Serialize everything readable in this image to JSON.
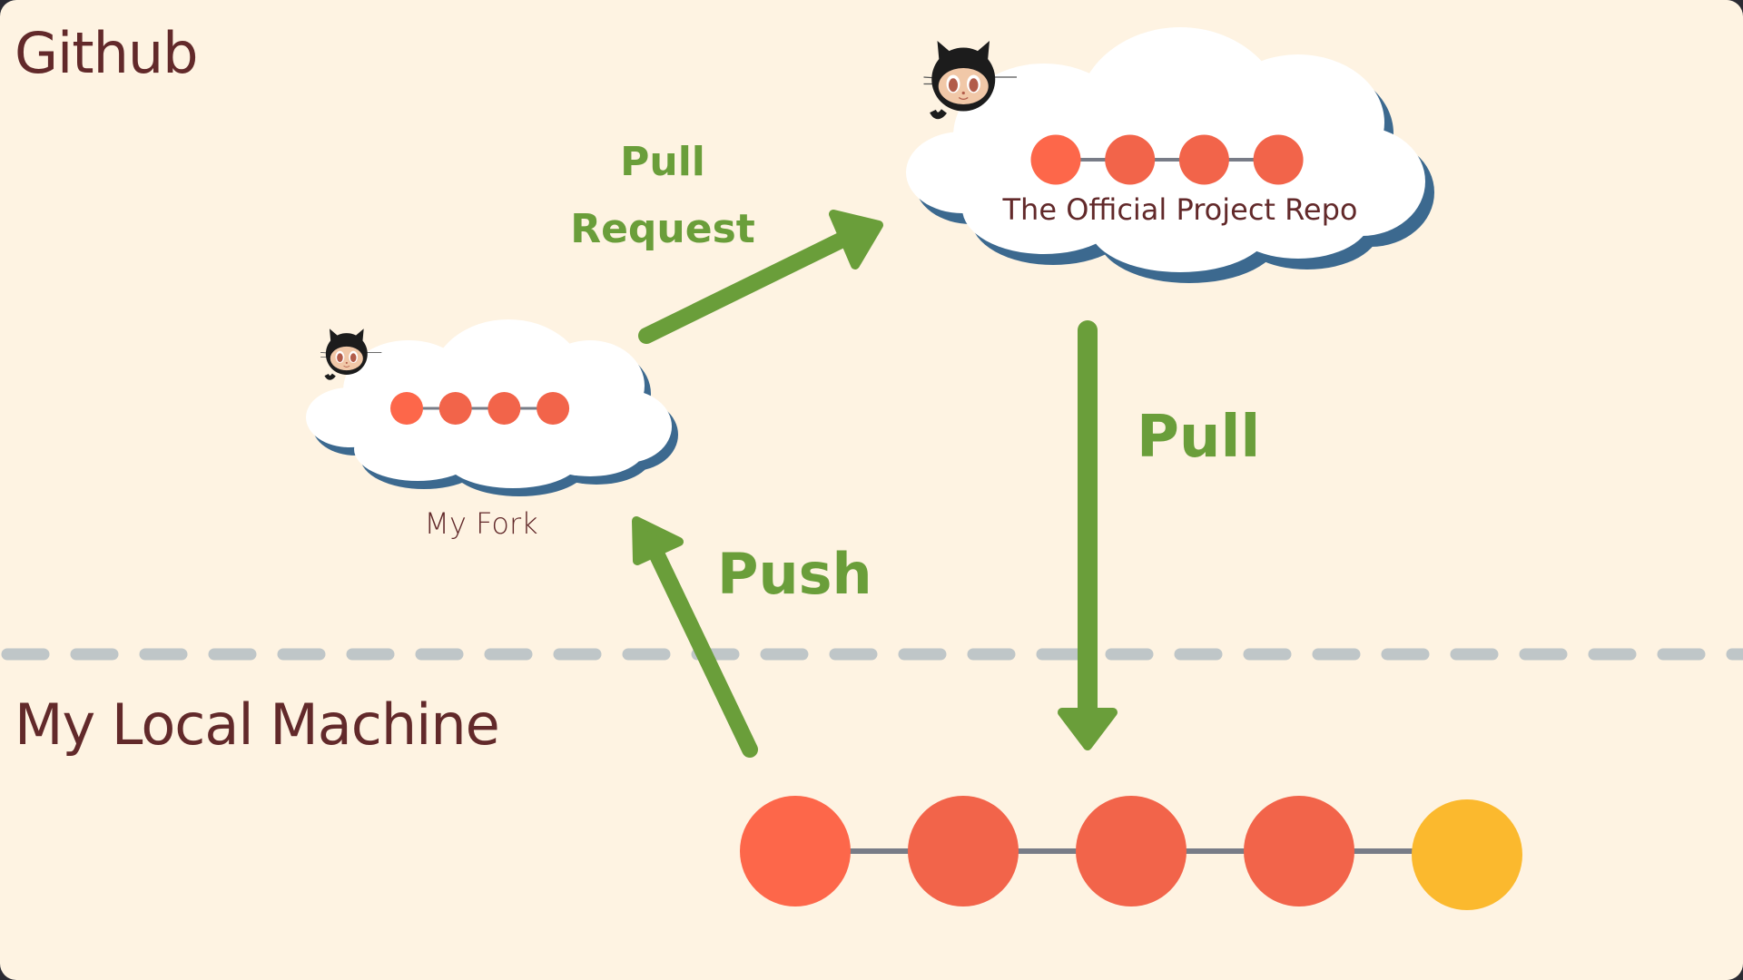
{
  "titles": {
    "github": "Github",
    "local": "My Local Machine"
  },
  "repos": {
    "official": {
      "label": "The Official Project Repo",
      "commit_count": 4,
      "icon": "octocat-icon"
    },
    "fork": {
      "label": "My Fork",
      "commit_count": 4,
      "icon": "octocat-icon"
    },
    "local": {
      "commit_count": 5,
      "new_commit_count": 1
    }
  },
  "arrows": {
    "pull_request": {
      "label_line1": "Pull",
      "label_line2": "Request",
      "from": "My Fork",
      "to": "The Official Project Repo"
    },
    "pull": {
      "label": "Pull",
      "from": "The Official Project Repo",
      "to": "My Local Machine"
    },
    "push": {
      "label": "Push",
      "from": "My Local Machine",
      "to": "My Fork"
    }
  },
  "colors": {
    "background": "#fef3e2",
    "title_text": "#62292a",
    "arrow_green": "#6a9e3a",
    "commit_red": "#f2644a",
    "commit_red_first": "#fd674a",
    "commit_new_yellow": "#fbb92e",
    "commit_line": "#787c87",
    "cloud_fill": "#ffffff",
    "cloud_shadow": "#3c698f",
    "divider": "#bfc6c8"
  }
}
